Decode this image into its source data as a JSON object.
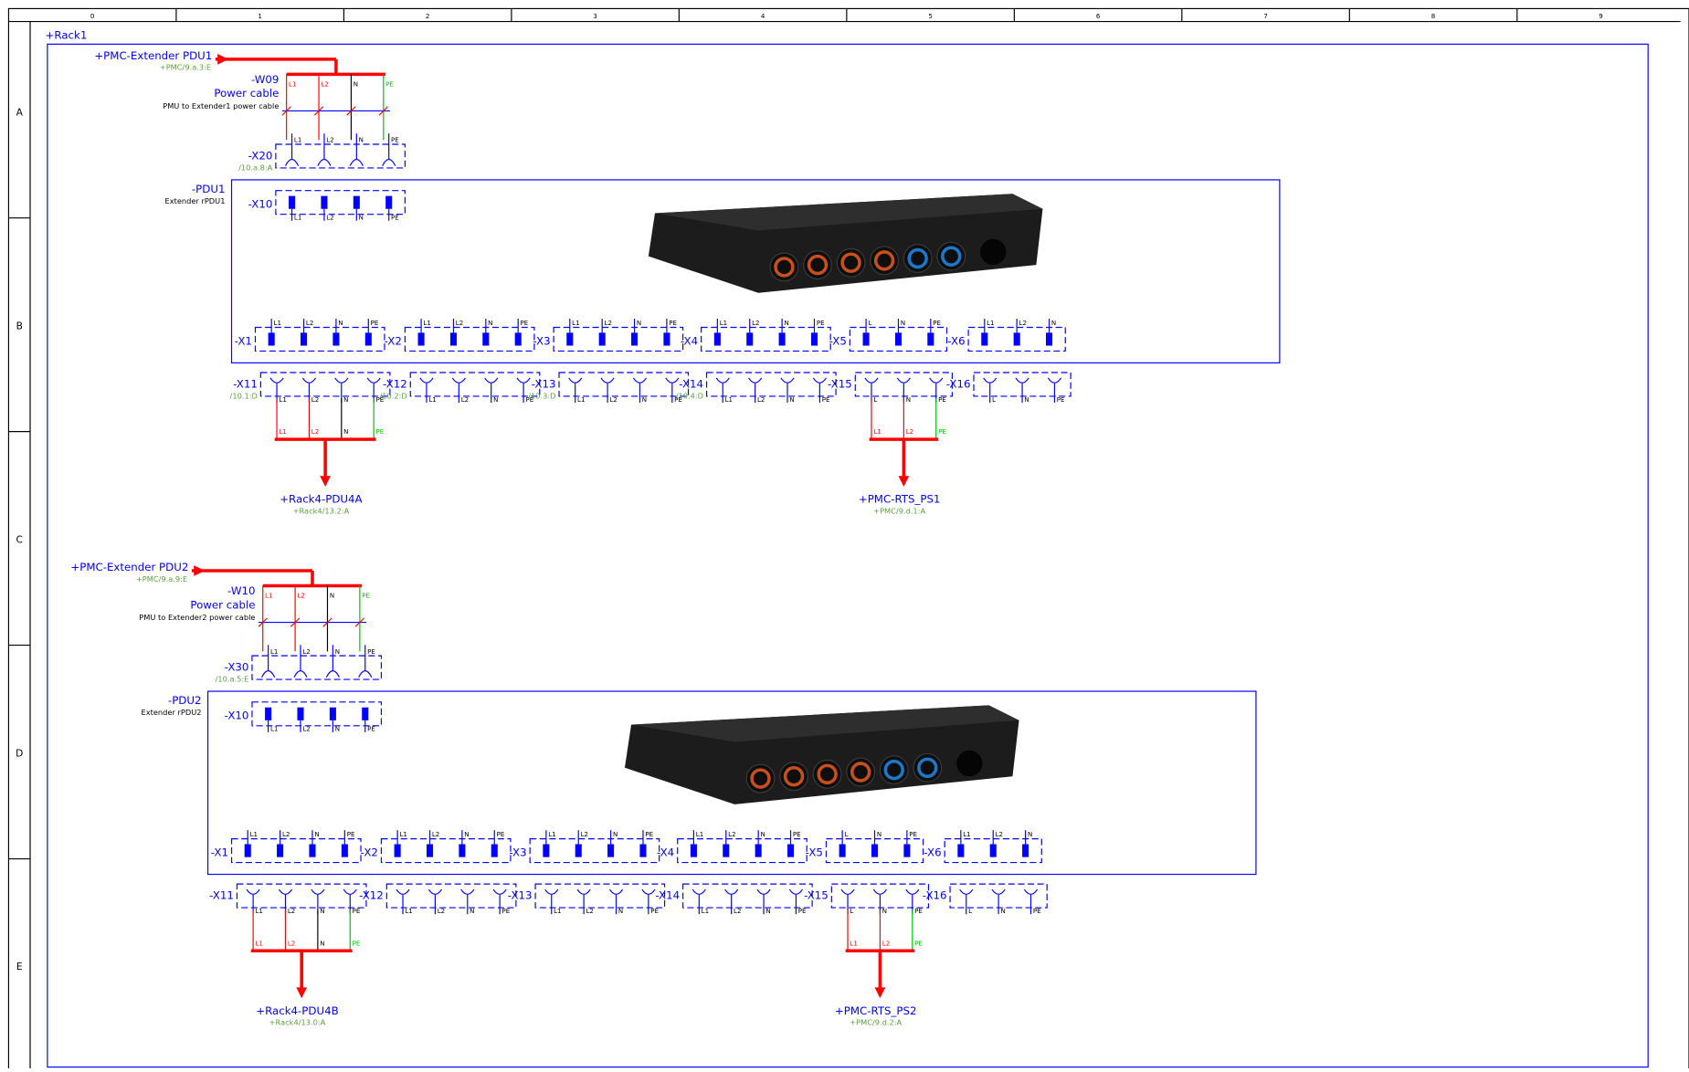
{
  "colors": {
    "frame": "#000000",
    "schematic": "#0000ff",
    "power": "#ff0000",
    "ground": "#00c000",
    "neutral": "#000000",
    "reference": "#5a9e3c",
    "device_body": "#1c1c1c",
    "socket_orange": "#c8501e",
    "socket_blue": "#1e78c8"
  },
  "frame": {
    "columns": [
      "0",
      "1",
      "2",
      "3",
      "4",
      "5",
      "6",
      "7",
      "8",
      "9"
    ],
    "rows": [
      "A",
      "B",
      "C",
      "D",
      "E"
    ]
  },
  "rack": {
    "label": "+Rack1"
  },
  "pin_labels": {
    "three_phase": [
      "L1",
      "L2",
      "N",
      "PE"
    ],
    "single_phase": [
      "L",
      "N",
      "PE"
    ]
  },
  "sections": [
    {
      "source": {
        "label": "+PMC-Extender PDU1",
        "ref": "+PMC/9.a.3:E"
      },
      "cable": {
        "tag": "-W09",
        "title": "Power cable",
        "desc": "PMU to Extender1 power cable"
      },
      "inlet": {
        "tag": "-X20",
        "ref": "/10.a.8:A"
      },
      "pdu": {
        "tag": "-PDU1",
        "desc": "Extender rPDU1"
      },
      "pdu_input": "-X10",
      "outputs": [
        "-X1",
        "-X2",
        "-X3",
        "-X4",
        "-X5",
        "-X6"
      ],
      "sockets": [
        {
          "tag": "-X11",
          "ref": "/10.1:D"
        },
        {
          "tag": "-X12",
          "ref": "/10.2:D"
        },
        {
          "tag": "-X13",
          "ref": "/10.3:D"
        },
        {
          "tag": "-X14",
          "ref": "/10.4:D"
        },
        {
          "tag": "-X15",
          "ref": ""
        },
        {
          "tag": "-X16",
          "ref": ""
        }
      ],
      "dest_a": {
        "label": "+Rack4-PDU4A",
        "ref": "+Rack4/13.2:A"
      },
      "dest_b": {
        "label": "+PMC-RTS_PS1",
        "ref": "+PMC/9.d.1:A"
      }
    },
    {
      "source": {
        "label": "+PMC-Extender PDU2",
        "ref": "+PMC/9.a.9:E"
      },
      "cable": {
        "tag": "-W10",
        "title": "Power cable",
        "desc": "PMU to Extender2 power cable"
      },
      "inlet": {
        "tag": "-X30",
        "ref": "/10.a.5:E"
      },
      "pdu": {
        "tag": "-PDU2",
        "desc": "Extender rPDU2"
      },
      "pdu_input": "-X10",
      "outputs": [
        "-X1",
        "-X2",
        "-X3",
        "-X4",
        "-X5",
        "-X6"
      ],
      "sockets": [
        {
          "tag": "-X11",
          "ref": ""
        },
        {
          "tag": "-X12",
          "ref": ""
        },
        {
          "tag": "-X13",
          "ref": ""
        },
        {
          "tag": "-X14",
          "ref": ""
        },
        {
          "tag": "-X15",
          "ref": ""
        },
        {
          "tag": "-X16",
          "ref": ""
        }
      ],
      "dest_a": {
        "label": "+Rack4-PDU4B",
        "ref": "+Rack4/13.0:A"
      },
      "dest_b": {
        "label": "+PMC-RTS_PS2",
        "ref": "+PMC/9.d.2:A"
      }
    }
  ]
}
